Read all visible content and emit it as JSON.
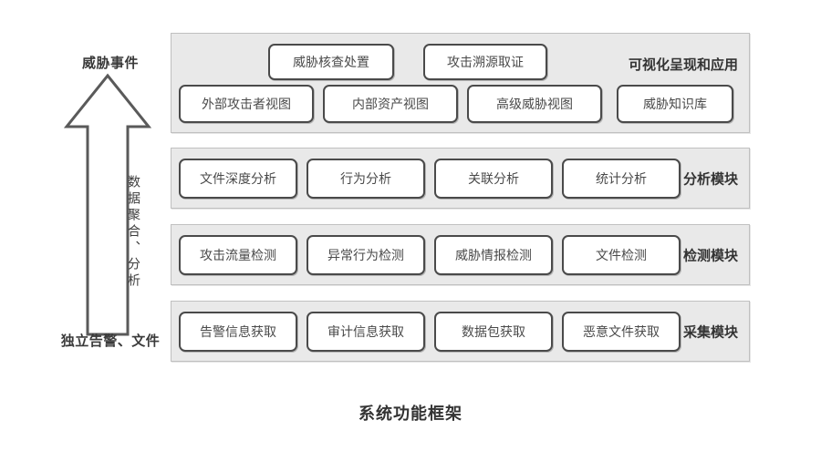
{
  "caption": "系统功能框架",
  "left_axis": {
    "top_label": "威胁事件",
    "bottom_label": "独立告警、文件",
    "arrow_label": "数据聚合、分析",
    "arrow_icon": "up-arrow-icon"
  },
  "bands": [
    {
      "id": "visual",
      "title": "可视化呈现和应用",
      "upper_nodes": [
        {
          "label": "威胁核查处置"
        },
        {
          "label": "攻击溯源取证"
        }
      ],
      "lower_nodes": [
        {
          "label": "外部攻击者视图"
        },
        {
          "label": "内部资产视图"
        },
        {
          "label": "高级威胁视图"
        },
        {
          "label": "威胁知识库"
        }
      ]
    },
    {
      "id": "analysis",
      "title": "分析模块",
      "nodes": [
        {
          "label": "文件深度分析"
        },
        {
          "label": "行为分析"
        },
        {
          "label": "关联分析"
        },
        {
          "label": "统计分析"
        }
      ]
    },
    {
      "id": "detection",
      "title": "检测模块",
      "nodes": [
        {
          "label": "攻击流量检测"
        },
        {
          "label": "异常行为检测"
        },
        {
          "label": "威胁情报检测"
        },
        {
          "label": "文件检测"
        }
      ]
    },
    {
      "id": "collection",
      "title": "采集模块",
      "nodes": [
        {
          "label": "告警信息获取"
        },
        {
          "label": "审计信息获取"
        },
        {
          "label": "数据包获取"
        },
        {
          "label": "恶意文件获取"
        }
      ]
    }
  ],
  "colors": {
    "band_background": "#e9e9e9",
    "band_border": "#c0c0c0",
    "node_background": "#ffffff",
    "node_border": "#4a4a4a",
    "text": "#3b3b3b",
    "page_background": "#ffffff"
  }
}
